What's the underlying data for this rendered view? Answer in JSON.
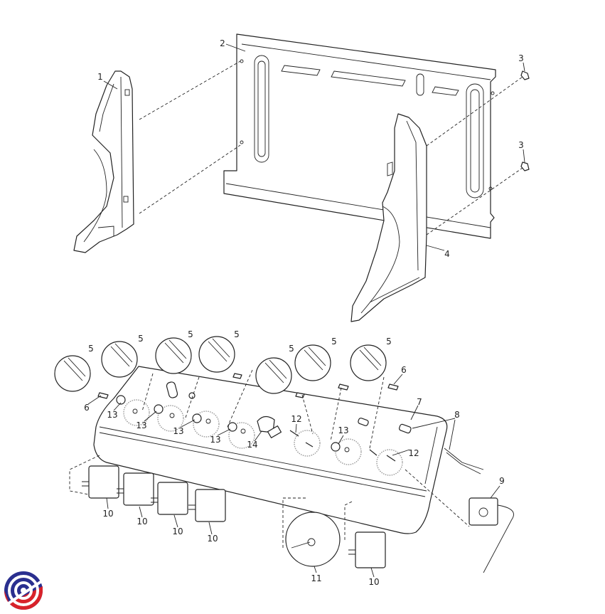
{
  "diagram": {
    "callouts": {
      "side_bracket_left": "1",
      "back_panel": "2",
      "screw_top": "3",
      "screw_bottom": "3",
      "side_bracket_right": "4",
      "knobs": [
        "5",
        "5",
        "5",
        "5",
        "5",
        "5",
        "5"
      ],
      "knob_clips": [
        "6",
        "6"
      ],
      "control_panel": "7",
      "indicator_lamp": "8",
      "thermostat": "9",
      "energy_regulators": [
        "10",
        "10",
        "10",
        "10",
        "10"
      ],
      "timer": "11",
      "screws": [
        "12",
        "12"
      ],
      "nuts": [
        "13",
        "13",
        "13",
        "13",
        "13"
      ],
      "rocker_switch": "14"
    },
    "logo": {
      "colors": {
        "blue": "#2a2f8f",
        "red": "#d8222a"
      }
    }
  }
}
